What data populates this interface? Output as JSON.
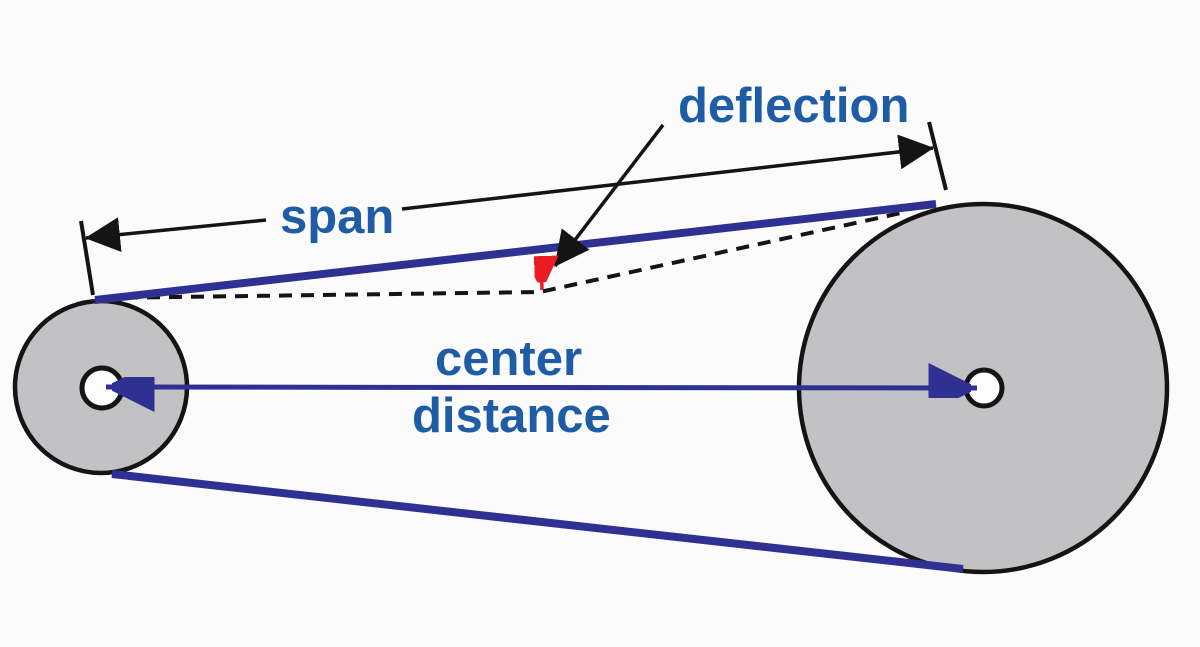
{
  "labels": {
    "span": "span",
    "deflection": "deflection",
    "center_distance_line1": "center",
    "center_distance_line2": "distance"
  },
  "colors": {
    "background": "#FBFBFB",
    "label_blue": "#1E5DA6",
    "belt_navy": "#2E3192",
    "pulley_gray": "#C2C2C4",
    "pulley_hole_white": "#FDFDFD",
    "outline_black": "#141414",
    "dimension_black": "#141414",
    "deflection_red": "#EC1C24"
  }
}
